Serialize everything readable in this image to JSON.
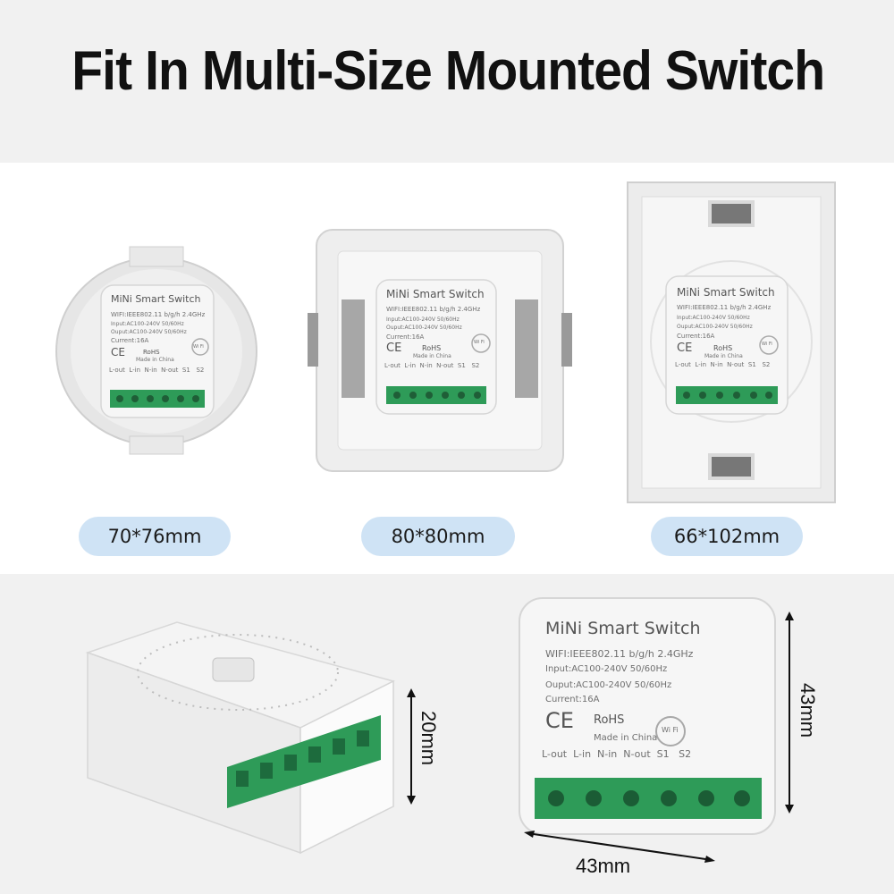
{
  "title": "Fit In Multi-Size Mounted Switch",
  "colors": {
    "band_bg": "#f1f1f1",
    "pill_bg": "#cfe3f5",
    "terminal_green": "#2e9b58",
    "module_white": "#f5f5f5"
  },
  "boxes": [
    {
      "size": "70*76mm"
    },
    {
      "size": "80*80mm"
    },
    {
      "size": "66*102mm"
    }
  ],
  "module_label": {
    "brand": "MiNi Smart Switch",
    "wifi": "WIFI:IEEE802.11 b/g/h 2.4GHz",
    "input": "Input:AC100-240V 50/60Hz",
    "output": "Ouput:AC100-240V 50/60Hz",
    "current": "Current:16A",
    "ce": "CE",
    "rohs": "RoHS",
    "made_in": "Made in China",
    "wifi_badge": "Wi Fi",
    "terminals": "L-out  L-in  N-in  N-out  S1   S2"
  },
  "dimensions": {
    "height": "20mm",
    "side": "43mm",
    "width": "43mm"
  }
}
